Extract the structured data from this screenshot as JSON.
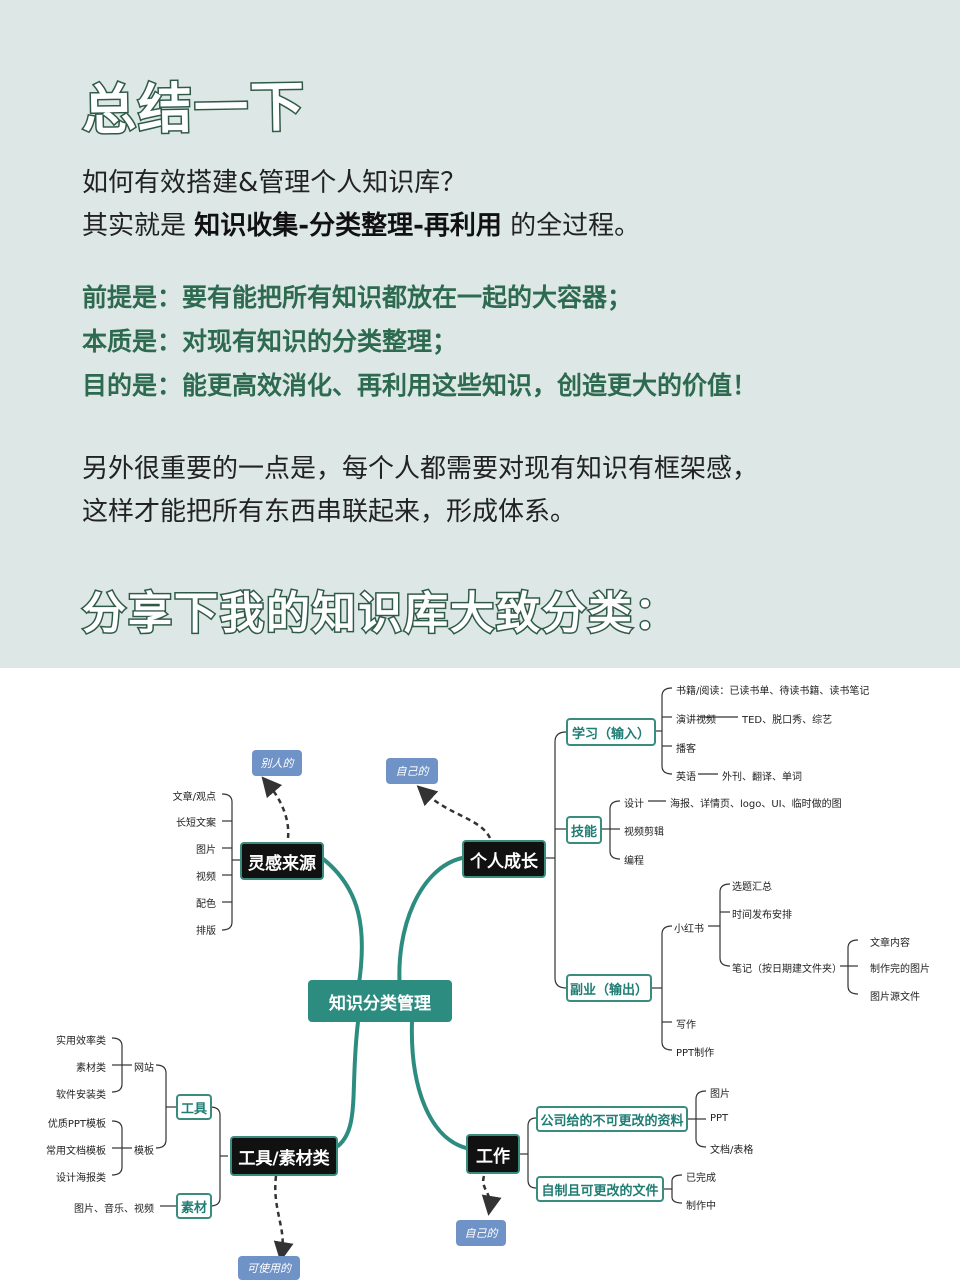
{
  "header": {
    "title": "总结一下",
    "question": "如何有效搭建&管理个人知识库？",
    "process_prefix": "其实就是",
    "process_bold": "知识收集-分类整理-再利用",
    "process_suffix": "的全过程。"
  },
  "points": [
    "前提是：要有能把所有知识都放在一起的大容器；",
    "本质是：对现有知识的分类整理；",
    "目的是：能更高效消化、再利用这些知识，创造更大的价值！"
  ],
  "extra": [
    "另外很重要的一点是，每个人都需要对现有知识有框架感，",
    "这样才能把所有东西串联起来，形成体系。"
  ],
  "share_title": "分享下我的知识库大致分类：",
  "mindmap": {
    "center": "知识分类管理",
    "inspiration": {
      "label": "灵感来源",
      "tag": "别人的",
      "items": [
        "文章/观点",
        "长短文案",
        "图片",
        "视频",
        "配色",
        "排版"
      ]
    },
    "growth": {
      "label": "个人成长",
      "tag": "自己的",
      "study": {
        "label": "学习（输入）",
        "items": [
          "书籍/阅读：已读书单、待读书籍、读书笔记",
          "演讲视频",
          "播客",
          "英语"
        ],
        "speech_detail": "TED、脱口秀、综艺",
        "english_detail": "外刊、翻译、单词"
      },
      "skills": {
        "label": "技能",
        "items": [
          "设计",
          "视频剪辑",
          "编程"
        ],
        "design_detail": "海报、详情页、logo、UI、临时做的图"
      },
      "side": {
        "label": "副业（输出）",
        "xhs": "小红书",
        "xhs_items": [
          "选题汇总",
          "时间发布安排",
          "笔记（按日期建文件夹）"
        ],
        "note_items": [
          "文章内容",
          "制作完的图片",
          "图片源文件"
        ],
        "writing": "写作",
        "ppt": "PPT制作"
      }
    },
    "tools": {
      "label": "工具/素材类",
      "tag": "可使用的",
      "tool": {
        "label": "工具",
        "website": "网站",
        "website_items": [
          "实用效率类",
          "素材类",
          "软件安装类"
        ],
        "template": "模板",
        "template_items": [
          "优质PPT模板",
          "常用文档模板",
          "设计海报类"
        ]
      },
      "material": {
        "label": "素材",
        "items": "图片、音乐、视频"
      }
    },
    "work": {
      "label": "工作",
      "tag": "自己的",
      "company": {
        "label": "公司给的不可更改的资料",
        "items": [
          "图片",
          "PPT",
          "文档/表格"
        ]
      },
      "own": {
        "label": "自制且可更改的文件",
        "items": [
          "已完成",
          "制作中"
        ]
      }
    }
  },
  "colors": {
    "teal": "#2d8c80",
    "dark_green": "#2d6a4f",
    "tag_blue": "#6f92c7",
    "panel_bg": "#dde8e6"
  }
}
